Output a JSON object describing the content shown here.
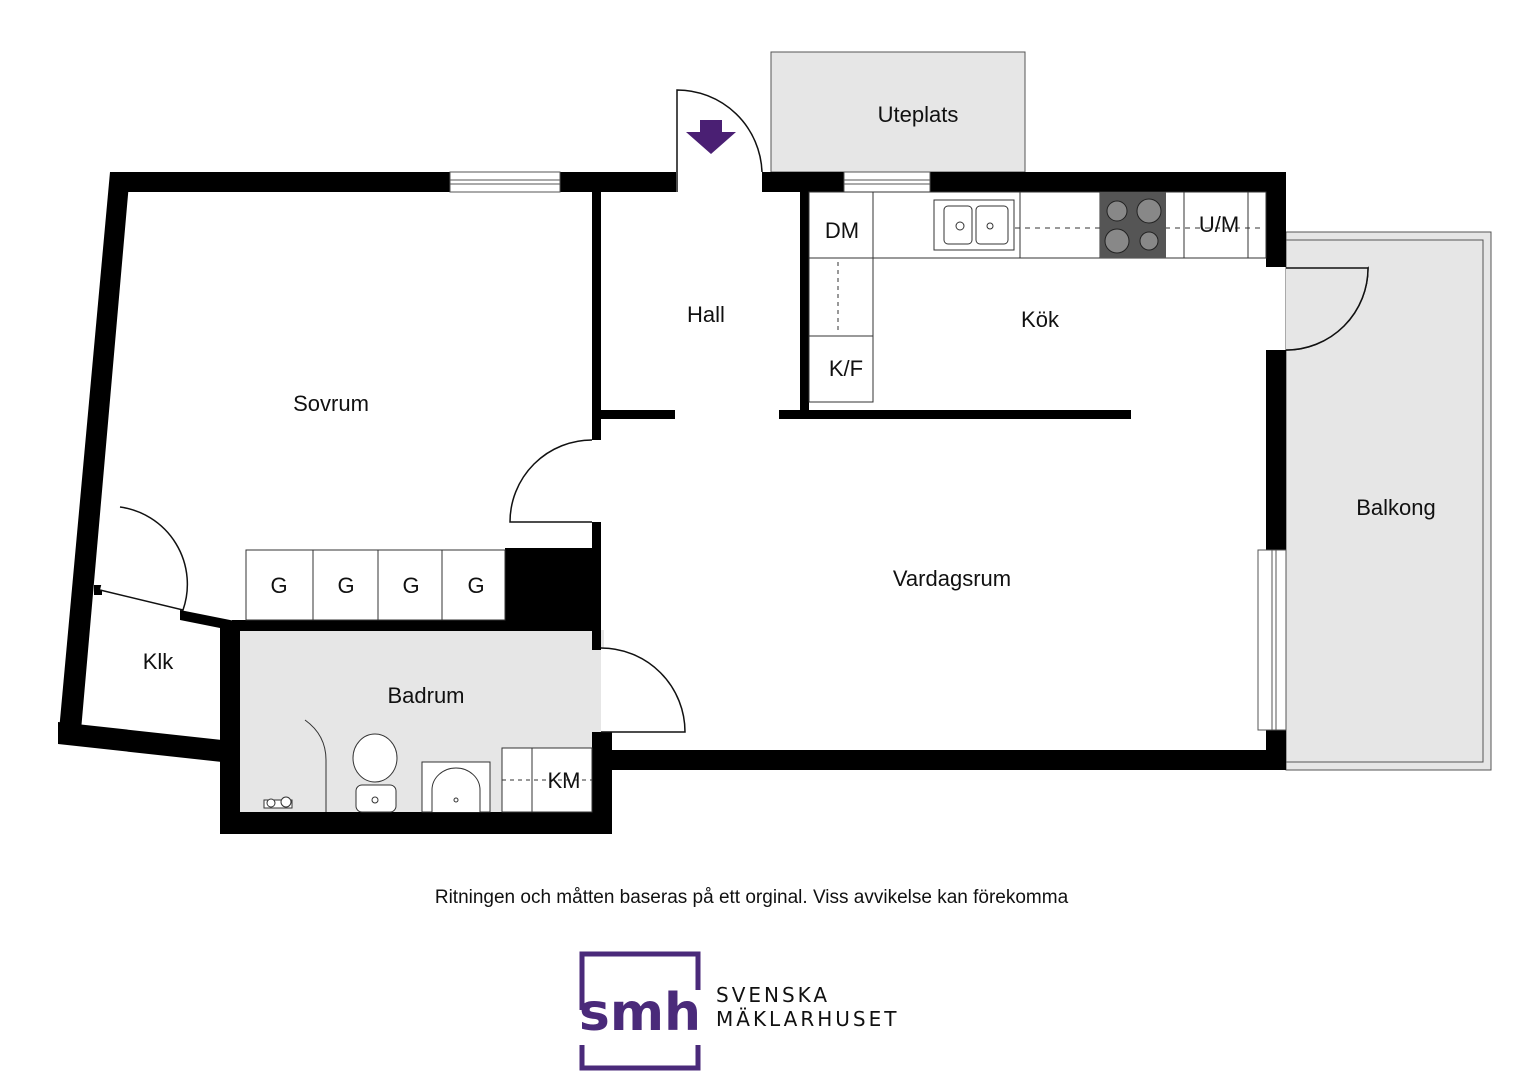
{
  "rooms": {
    "uteplats": "Uteplats",
    "hall": "Hall",
    "kok": "Kök",
    "sovrum": "Sovrum",
    "vardagsrum": "Vardagsrum",
    "balkong": "Balkong",
    "klk": "Klk",
    "badrum": "Badrum"
  },
  "fixtures": {
    "dm": "DM",
    "um": "U/M",
    "kf": "K/F",
    "km": "KM",
    "g1": "G",
    "g2": "G",
    "g3": "G",
    "g4": "G"
  },
  "disclaimer": "Ritningen och måtten baseras på ett orginal. Viss avvikelse kan förekomma",
  "logo": {
    "mark": "smh",
    "line1": "SVENSKA",
    "line2": "MÄKLARHUSET",
    "color": "#4a2a7a"
  },
  "colors": {
    "wall": "#000000",
    "outdoor": "#e6e6e6",
    "bathroom": "#e6e6e6",
    "entrance_arrow": "#4a1f73"
  }
}
